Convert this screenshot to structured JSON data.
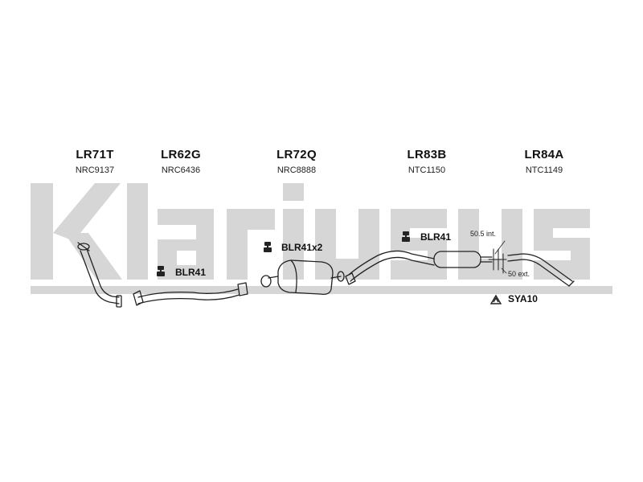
{
  "watermark": {
    "text": "Klarius",
    "color": "#d4d4d4"
  },
  "parts": [
    {
      "code": "LR71T",
      "ref": "NRC9137"
    },
    {
      "code": "LR62G",
      "ref": "NRC6436"
    },
    {
      "code": "LR72Q",
      "ref": "NRC8888"
    },
    {
      "code": "LR83B",
      "ref": "NTC1150"
    },
    {
      "code": "LR84A",
      "ref": "NTC1149"
    }
  ],
  "accessories": {
    "blr41_a": "BLR41",
    "blr41x2": "BLR41x2",
    "blr41_b": "BLR41",
    "sya10": "SYA10"
  },
  "dimensions": {
    "internal": "50.5 int.",
    "external": "50 ext."
  }
}
